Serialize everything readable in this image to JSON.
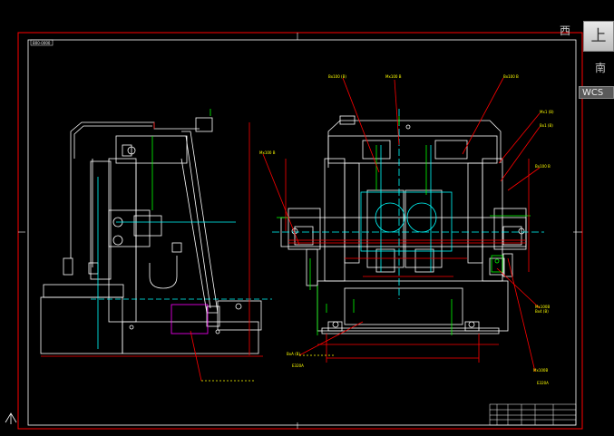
{
  "drawing": {
    "top_left_tag": "B00-0000",
    "scale_note": "",
    "front_tag_1": "Bx100 (B)",
    "front_tag_2": "Mx100 B",
    "front_tag_3": "Bx100 B",
    "right_tag_1": "Mx1 (B)",
    "right_tag_2": "Bx1 (B)",
    "right_tag_3": "Bx100 B",
    "right_tag_4": "Mx100B",
    "right_tag_5": "Bx4 (B)",
    "right_tag_6": "Mx100B",
    "right_tag_7": "E320A",
    "left_tag": "Mx100 B",
    "bottom_tag_1": "BxA (B)",
    "bottom_tag_2": "E320A",
    "side_bottom_tag_1": "",
    "side_bottom_tag_2": "",
    "title_block_line_1": "",
    "title_block_line_2": ""
  },
  "viewcube": {
    "top_face": "上",
    "west": "西",
    "south": "南",
    "wcs_label": "WCS"
  },
  "colors": {
    "background": "#000000",
    "border": "#ff0000",
    "geometry": "#ffffff",
    "cyan": "#00ffff",
    "green": "#00ff00",
    "magenta": "#ff00ff",
    "yellow": "#ffff00"
  }
}
